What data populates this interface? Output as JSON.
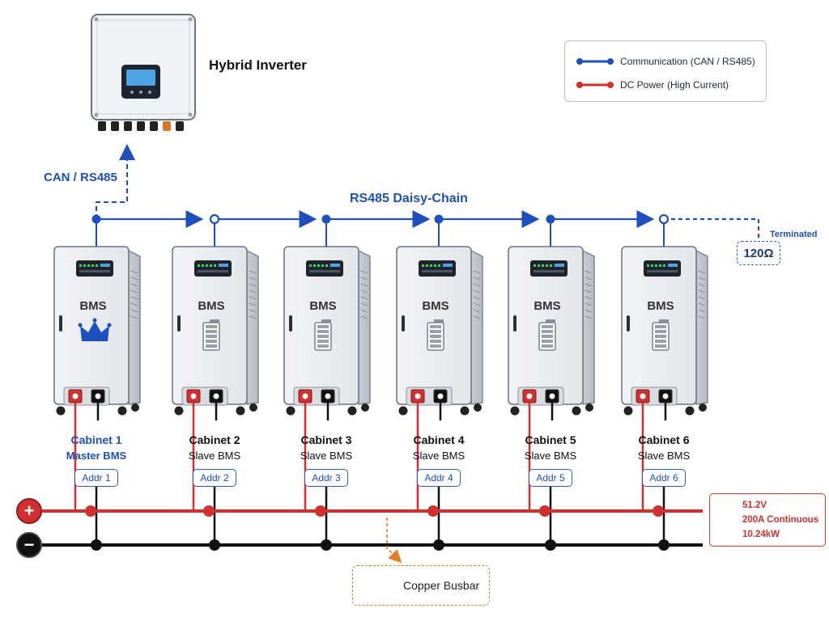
{
  "inverter": {
    "title": "Hybrid Inverter"
  },
  "links": {
    "inverter_link_label": "CAN / RS485",
    "daisy_chain_label": "RS485 Daisy-Chain",
    "terminated_label": "Terminated",
    "terminator_value": "120Ω"
  },
  "legend": {
    "items": [
      {
        "label": "Communication (CAN / RS485)",
        "color": "#1d4fbf"
      },
      {
        "label": "DC Power (High Current)",
        "color": "#d32f2f"
      }
    ]
  },
  "cabinets": [
    {
      "title": "Cabinet 1",
      "role": "Master BMS",
      "addr": "Addr 1",
      "bms": "BMS",
      "master": true
    },
    {
      "title": "Cabinet 2",
      "role": "Slave BMS",
      "addr": "Addr 2",
      "bms": "BMS",
      "master": false
    },
    {
      "title": "Cabinet 3",
      "role": "Slave BMS",
      "addr": "Addr 3",
      "bms": "BMS",
      "master": false
    },
    {
      "title": "Cabinet 4",
      "role": "Slave BMS",
      "addr": "Addr 4",
      "bms": "BMS",
      "master": false
    },
    {
      "title": "Cabinet 5",
      "role": "Slave BMS",
      "addr": "Addr 5",
      "bms": "BMS",
      "master": false
    },
    {
      "title": "Cabinet 6",
      "role": "Slave BMS",
      "addr": "Addr 6",
      "bms": "BMS",
      "master": false
    }
  ],
  "bus": {
    "positive_symbol": "+",
    "negative_symbol": "−",
    "busbar_label": "Copper Busbar"
  },
  "specs": {
    "voltage": "51.2V",
    "current": "200A Continuous",
    "power": "10.24kW"
  },
  "colors": {
    "comm": "#1d4fbf",
    "power": "#d32f2f",
    "neutral": "#111111",
    "busbar": "#e67e22",
    "master_text": "#1d4fbf"
  }
}
